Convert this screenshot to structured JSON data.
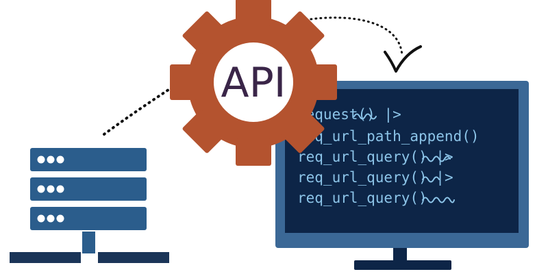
{
  "gear": {
    "label": "API",
    "color": "#b4532f",
    "text_color": "#3a2548"
  },
  "server": {
    "color": "#2b5d8c",
    "units": [
      {
        "dots": 3
      },
      {
        "dots": 3
      },
      {
        "dots": 3
      }
    ]
  },
  "monitor": {
    "frame_color": "#3b6896",
    "screen_color": "#0d2547",
    "code_color": "#8cc4e8",
    "code_lines": [
      {
        "text": "request(",
        "squiggle": true,
        "suffix": ") |>"
      },
      {
        "text": "req_url_path_append()",
        "squiggle": false,
        "suffix": ""
      },
      {
        "text": "req_url_query(",
        "squiggle": true,
        "suffix": ") |>"
      },
      {
        "text": "req_url_query(",
        "squiggle": true,
        "suffix": ") |>"
      },
      {
        "text": "req_url_query(",
        "squiggle": true,
        "suffix": ")"
      }
    ]
  },
  "network_color": "#1b3558"
}
